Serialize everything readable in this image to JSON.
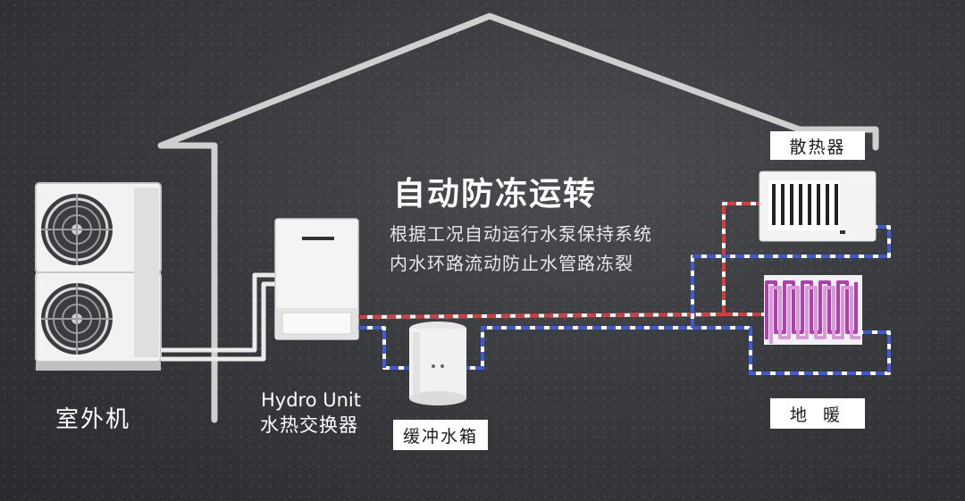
{
  "headline": "自动防冻运转",
  "description": {
    "line1": "根据工况自动运行水泵保持系统",
    "line2": "内水环路流动防止水管路冻裂"
  },
  "labels": {
    "outdoor_unit": "室外机",
    "hydro_unit_en": "Hydro Unit",
    "hydro_unit_zh": "水热交换器",
    "buffer_tank": "缓冲水箱",
    "radiator": "散热器",
    "floor_heating": "地 暖"
  },
  "colors": {
    "supply_pipe": "#d93a3a",
    "return_pipe": "#3d5bd4",
    "house_outline": "#d0d0d0",
    "background": "#3a3b3e"
  },
  "icons": [
    "house-outline",
    "outdoor-unit-fan",
    "hydro-unit",
    "buffer-tank",
    "radiator",
    "floor-heating-coil"
  ]
}
